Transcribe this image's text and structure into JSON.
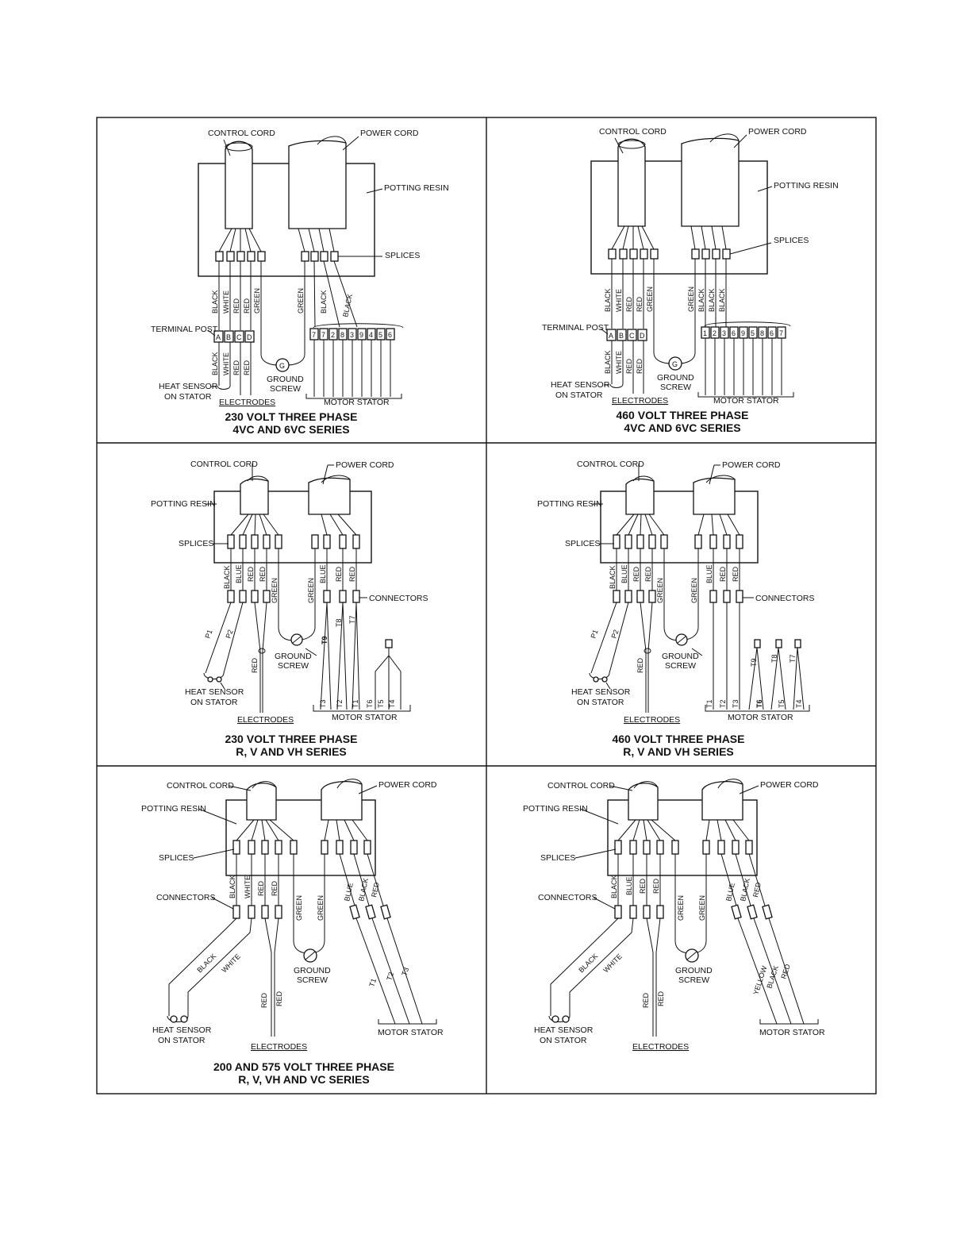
{
  "panels": {
    "p1": {
      "labels": {
        "control_cord": "CONTROL CORD",
        "power_cord": "POWER CORD",
        "potting_resin": "POTTING RESIN",
        "splices": "SPLICES",
        "terminal_post": "TERMINAL POST",
        "heat_sensor_1": "HEAT SENSOR",
        "heat_sensor_2": "ON STATOR",
        "electrodes": "ELECTRODES",
        "ground_screw_1": "GROUND",
        "ground_screw_2": "SCREW",
        "motor_stator": "MOTOR STATOR",
        "ground_mark": "G"
      },
      "title": {
        "line1": "230 VOLT  THREE PHASE",
        "line2": "4VC AND 6VC SERIES"
      },
      "upper_wires": [
        "BLACK",
        "WHITE",
        "RED",
        "RED",
        "GREEN",
        "GREEN",
        "BLACK",
        "BLACK"
      ],
      "lower_wires": [
        "BLACK",
        "WHITE",
        "RED",
        "RED"
      ],
      "terminal_posts": [
        "A",
        "B",
        "C",
        "D"
      ],
      "stator_terminals": [
        "7",
        "7",
        "2",
        "8",
        "3",
        "9",
        "4",
        "5",
        "6"
      ]
    },
    "p2": {
      "labels": {
        "control_cord": "CONTROL CORD",
        "power_cord": "POWER CORD",
        "potting_resin": "POTTING RESIN",
        "splices": "SPLICES",
        "terminal_post": "TERMINAL POST",
        "heat_sensor_1": "HEAT SENSOR",
        "heat_sensor_2": "ON STATOR",
        "electrodes": "ELECTRODES",
        "ground_screw_1": "GROUND",
        "ground_screw_2": "SCREW",
        "motor_stator": "MOTOR STATOR",
        "ground_mark": "G"
      },
      "title": {
        "line1": "460 VOLT  THREE PHASE",
        "line2": "4VC AND 6VC SERIES"
      },
      "upper_wires": [
        "BLACK",
        "WHITE",
        "RED",
        "RED",
        "GREEN",
        "GREEN",
        "BLACK",
        "BLACK",
        "BLACK"
      ],
      "lower_wires": [
        "BLACK",
        "WHITE",
        "RED",
        "RED"
      ],
      "terminal_posts": [
        "A",
        "B",
        "C",
        "D"
      ],
      "stator_terminals": [
        "1",
        "2",
        "3",
        "6",
        "9",
        "5",
        "8",
        "6",
        "7"
      ]
    },
    "p3": {
      "labels": {
        "control_cord": "CONTROL CORD",
        "power_cord": "POWER CORD",
        "potting_resin": "POTTING RESIN",
        "splices": "SPLICES",
        "connectors": "CONNECTORS",
        "heat_sensor_1": "HEAT SENSOR",
        "heat_sensor_2": "ON STATOR",
        "electrodes": "ELECTRODES",
        "ground_screw_1": "GROUND",
        "ground_screw_2": "SCREW",
        "motor_stator": "MOTOR STATOR"
      },
      "title": {
        "line1": "230 VOLT  THREE PHASE",
        "line2": "R, V AND VH SERIES"
      },
      "upper_wires": [
        "BLACK",
        "BLUE",
        "RED",
        "RED",
        "GREEN",
        "GREEN",
        "BLUE",
        "RED",
        "RED"
      ],
      "sensor_leads": [
        "P1",
        "P2"
      ],
      "electrode_lead": "RED",
      "t_labels": [
        "T9",
        "T8",
        "T7",
        "T3",
        "T2",
        "T1",
        "T6",
        "T5",
        "T4"
      ]
    },
    "p4": {
      "labels": {
        "control_cord": "CONTROL CORD",
        "power_cord": "POWER CORD",
        "potting_resin": "POTTING RESIN",
        "splices": "SPLICES",
        "connectors": "CONNECTORS",
        "heat_sensor_1": "HEAT SENSOR",
        "heat_sensor_2": "ON STATOR",
        "electrodes": "ELECTRODES",
        "ground_screw_1": "GROUND",
        "ground_screw_2": "SCREW",
        "motor_stator": "MOTOR STATOR"
      },
      "title": {
        "line1": "460 VOLT  THREE PHASE",
        "line2": "R, V AND VH SERIES"
      },
      "upper_wires": [
        "BLACK",
        "BLUE",
        "RED",
        "RED",
        "GREEN",
        "GREEN",
        "BLUE",
        "RED",
        "RED"
      ],
      "sensor_leads": [
        "P1",
        "P2"
      ],
      "electrode_lead": "RED",
      "t_labels": [
        "T9",
        "T8",
        "T7",
        "T1",
        "T2",
        "T3",
        "T6",
        "T5",
        "T4"
      ]
    },
    "p5": {
      "labels": {
        "control_cord": "CONTROL CORD",
        "power_cord": "POWER CORD",
        "potting_resin": "POTTING RESIN",
        "splices": "SPLICES",
        "connectors": "CONNECTORS",
        "heat_sensor_1": "HEAT SENSOR",
        "heat_sensor_2": "ON STATOR",
        "electrodes": "ELECTRODES",
        "ground_screw_1": "GROUND",
        "ground_screw_2": "SCREW",
        "motor_stator": "MOTOR STATOR"
      },
      "title": {
        "line1": "200 AND 575 VOLT  THREE PHASE",
        "line2": "R, V, VH AND VC SERIES"
      },
      "upper_wires": [
        "BLACK",
        "WHITE",
        "RED",
        "RED",
        "GREEN",
        "GREEN",
        "BLUE",
        "BLACK",
        "RED"
      ],
      "lower_wires": [
        "BLACK",
        "WHITE",
        "RED",
        "RED"
      ],
      "stator_leads": [
        "T1",
        "T2",
        "T3"
      ]
    },
    "p6": {
      "labels": {
        "control_cord": "CONTROL CORD",
        "power_cord": "POWER CORD",
        "potting_resin": "POTTING RESIN",
        "splices": "SPLICES",
        "connectors": "CONNECTORS",
        "heat_sensor_1": "HEAT SENSOR",
        "heat_sensor_2": "ON STATOR",
        "electrodes": "ELECTRODES",
        "ground_screw_1": "GROUND",
        "ground_screw_2": "SCREW",
        "motor_stator": "MOTOR STATOR"
      },
      "title": {
        "line1": "",
        "line2": ""
      },
      "upper_wires": [
        "BLACK",
        "BLUE",
        "RED",
        "RED",
        "GREEN",
        "GREEN",
        "BLUE",
        "BLACK",
        "RED"
      ],
      "lower_wires": [
        "BLACK",
        "WHITE",
        "RED",
        "RED"
      ],
      "stator_leads": [
        "YELLOW",
        "BLACK",
        "RED"
      ]
    }
  }
}
